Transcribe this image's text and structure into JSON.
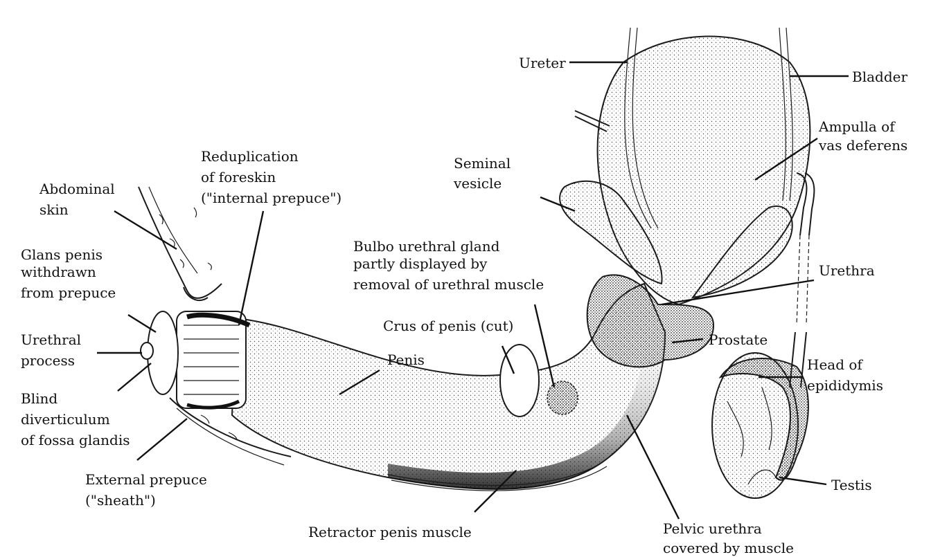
{
  "labels": {
    "ureter": "Ureter",
    "bladder": "Bladder",
    "ampulla": [
      "Ampulla of",
      "vas deferens"
    ],
    "seminal_vesicle": [
      "Seminal",
      "vesicle"
    ],
    "reduplication": [
      "Reduplication",
      "of foreskin",
      "(\"internal prepuce\")"
    ],
    "abdominal_skin": [
      "Abdominal",
      "skin"
    ],
    "glans_penis": [
      "Glans penis",
      "withdrawn",
      "from prepuce"
    ],
    "bulbo_urethral": [
      "Bulbo urethral gland",
      "partly displayed by",
      "removal of urethral muscle"
    ],
    "urethra": "Urethra",
    "crus": "Crus of penis (cut)",
    "penis": "Penis",
    "prostate": "Prostate",
    "urethral_process": [
      "Urethral",
      "process"
    ],
    "head_epididymis": [
      "Head of",
      "epididymis"
    ],
    "blind_diverticulum": [
      "Blind",
      "diverticulum",
      "of fossa glandis"
    ],
    "external_prepuce": [
      "External prepuce",
      "(\"sheath\")"
    ],
    "testis": "Testis",
    "retractor": "Retractor penis muscle",
    "pelvic_urethra": [
      "Pelvic urethra",
      "covered by muscle"
    ]
  },
  "colors": {
    "ink": "#111111",
    "paper": "#ffffff"
  }
}
